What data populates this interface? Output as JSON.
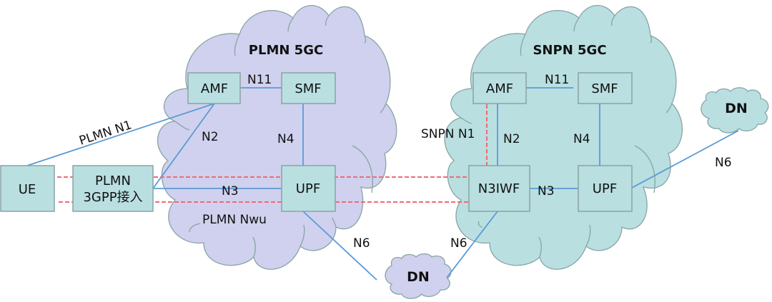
{
  "diagram": {
    "networks": {
      "plmn": {
        "title": "PLMN 5GC",
        "fill_color": "#d0d1ee"
      },
      "snpn": {
        "title": "SNPN 5GC",
        "fill_color": "#b9dfe1"
      }
    },
    "nodes": {
      "ue": "UE",
      "plmn_access_line1": "PLMN",
      "plmn_access_line2": "3GPP接入",
      "plmn_amf": "AMF",
      "plmn_smf": "SMF",
      "plmn_upf": "UPF",
      "snpn_amf": "AMF",
      "snpn_smf": "SMF",
      "snpn_n3iwf": "N3IWF",
      "snpn_upf": "UPF",
      "dn_bottom": "DN",
      "dn_right": "DN"
    },
    "interfaces": {
      "plmn_n1": "PLMN N1",
      "plmn_n2": "N2",
      "plmn_n11": "N11",
      "plmn_n4": "N4",
      "plmn_n3": "N3",
      "plmn_nwu": "PLMN Nwu",
      "plmn_n6": "N6",
      "snpn_n1": "SNPN N1",
      "snpn_n2": "N2",
      "snpn_n11": "N11",
      "snpn_n4": "N4",
      "snpn_n3": "N3",
      "snpn_n6_bottom": "N6",
      "snpn_n6_right": "N6"
    },
    "colors": {
      "node_fill": "#b9dfe1",
      "link": "#5b9bd5",
      "tunnel_dashed": "#ee6b76"
    }
  }
}
